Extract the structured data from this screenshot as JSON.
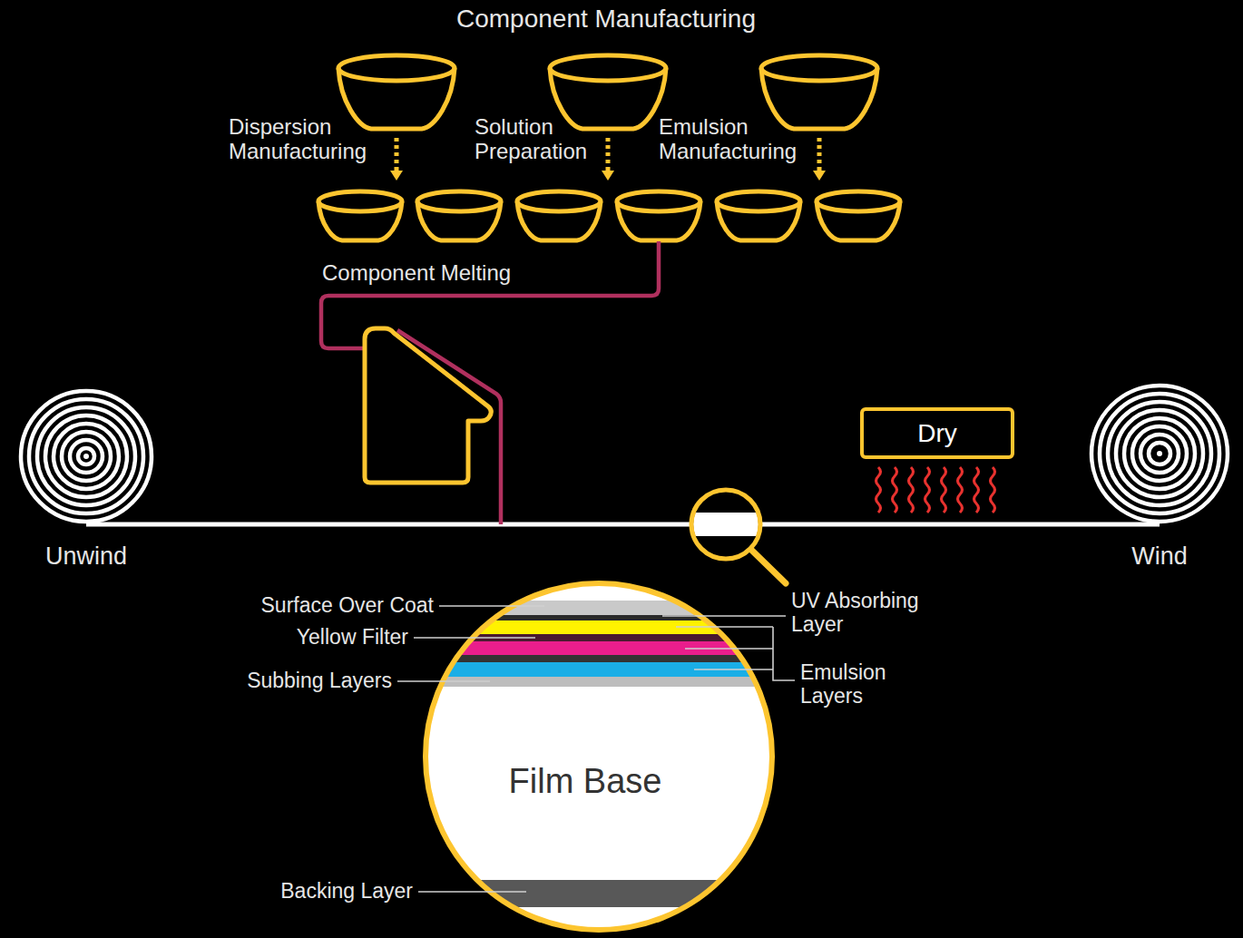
{
  "diagram": {
    "title": "Component Manufacturing",
    "nodes": [
      {
        "text": [
          "Unwind"
        ]
      },
      {
        "text": [
          "Dry"
        ]
      },
      {
        "text": [
          "Wind"
        ]
      },
      {
        "text": [
          "Film Base"
        ]
      }
    ],
    "edges": [
      {
        "from": 0,
        "to": 2,
        "arrow": "none"
      }
    ],
    "labels": [
      "Dispersion Manufacturing",
      "Solution Preparation",
      "Emulsion Manufacturing",
      "Component Melting",
      "Surface Over Coat",
      "Yellow Filter",
      "Subbing Layers",
      "Backing Layer",
      "UV Absorbing Layer",
      "Emulsion Layers"
    ]
  }
}
